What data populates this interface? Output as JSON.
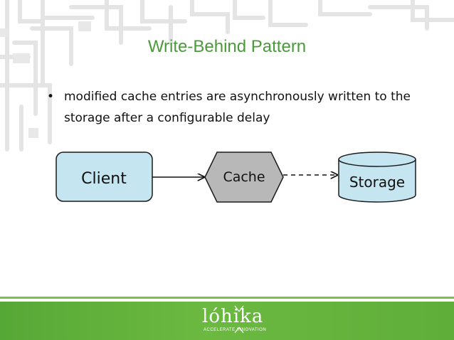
{
  "slide": {
    "title": "Write-Behind Pattern",
    "bullets": [
      {
        "marker": "•",
        "text": "modified cache entries are asynchronously written to the storage after a configurable delay"
      }
    ]
  },
  "diagram": {
    "nodes": {
      "client": {
        "label": "Client",
        "shape": "rounded-rectangle",
        "color": "#c5e5f0"
      },
      "cache": {
        "label": "Cache",
        "shape": "hexagon",
        "color": "#b8b8b8"
      },
      "storage": {
        "label": "Storage",
        "shape": "cylinder",
        "color": "#c5e5f0"
      }
    },
    "edges": [
      {
        "from": "client",
        "to": "cache",
        "style": "solid"
      },
      {
        "from": "cache",
        "to": "storage",
        "style": "dashed"
      }
    ]
  },
  "footer": {
    "brand": "lóhika",
    "tagline": "ACCELERATE INNOVATION",
    "color": "#5fae3a"
  },
  "colors": {
    "title": "#4a9a3a",
    "circuit_background": "#e6e6e6"
  }
}
